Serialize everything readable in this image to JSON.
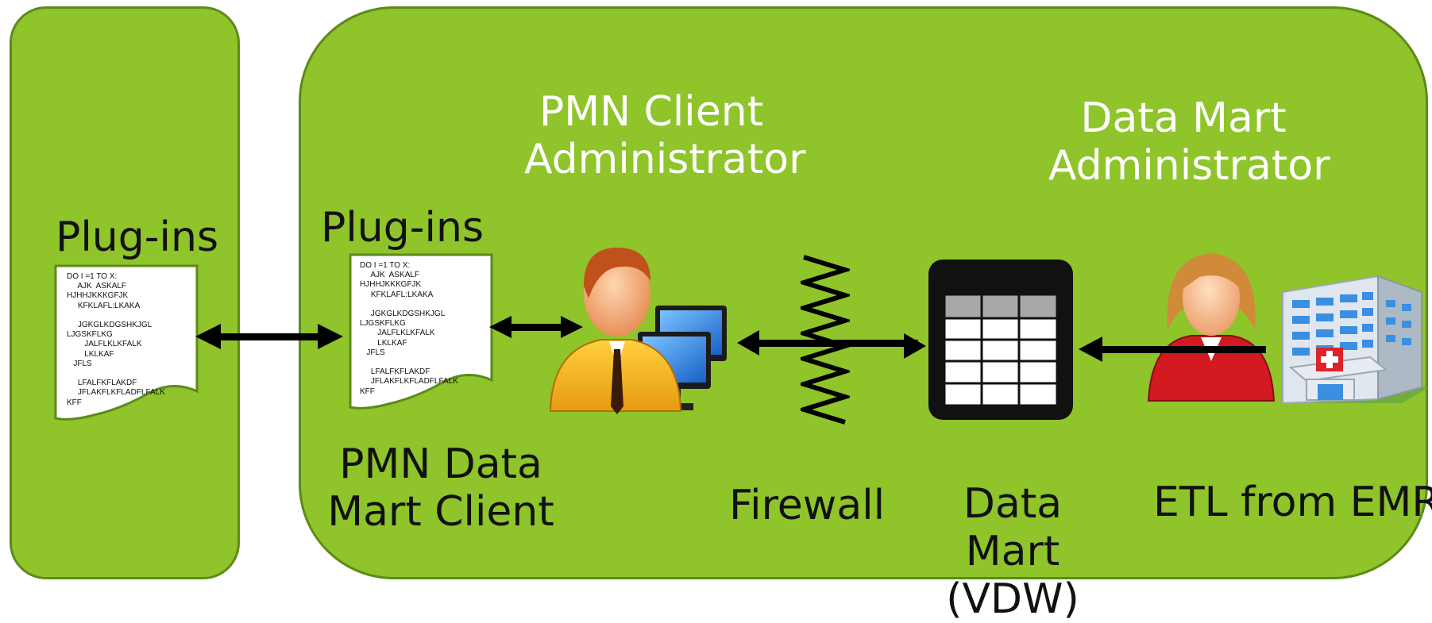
{
  "left": {
    "plugins_label": "Plug-ins"
  },
  "main": {
    "plugins_label": "Plug-ins",
    "client_admin_label": "PMN Client\nAdministrator",
    "datamart_admin_label": "Data Mart\nAdministrator",
    "datamart_client_label": "PMN Data\nMart Client",
    "firewall_label": "Firewall",
    "datamart_label": "Data Mart\n(VDW)",
    "etl_label": "ETL from EMR"
  },
  "document_code": "DO I =1 TO X:\n     AJK  ASKALF\nHJHHJKKKGFJK\n     KFKLAFL:LKAKA\n\n     JGKGLKDGSHKJGL\nLJGSKFLKG\n        JALFLKLKFALK\n        LKLKAF\n   JFLS\n\n     LFALFKFLAKDF\n     JFLAKFLKFLADFLFALK\nKFF",
  "colors": {
    "panel_fill": "#8fc42a",
    "panel_border": "#5d8a1a",
    "label_text": "#ffffff",
    "arrow": "#000000"
  },
  "icons": [
    "document-icon",
    "document-icon",
    "administrator-with-computers-icon",
    "firewall-zigzag-icon",
    "database-table-icon",
    "female-user-icon",
    "hospital-building-icon"
  ]
}
